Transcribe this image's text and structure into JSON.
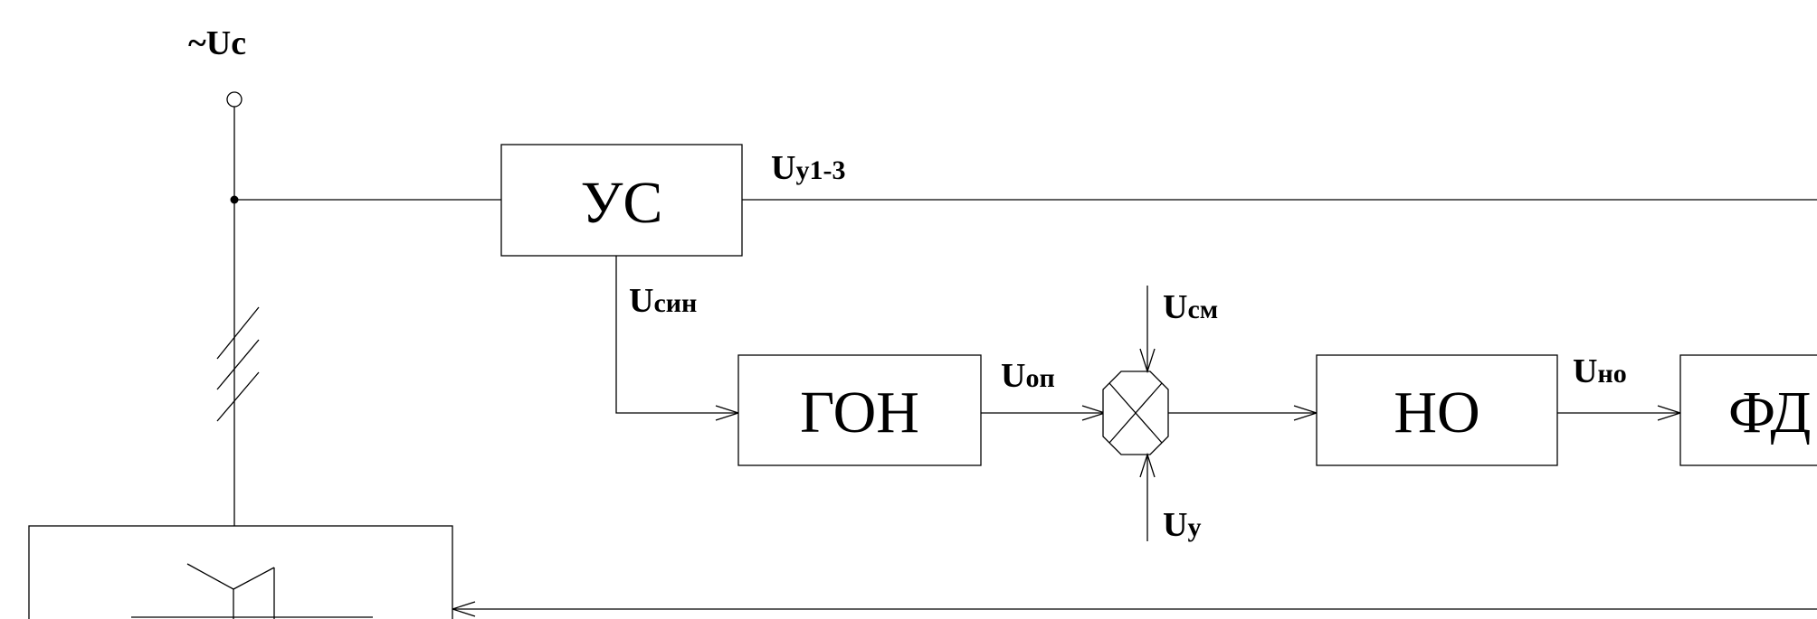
{
  "blocks": {
    "us": "УС",
    "gon": "ГОН",
    "no": "НО",
    "fd": "ФД"
  },
  "signals": {
    "uc": "~Uc",
    "uy13_main": "U",
    "uy13_sub": "y1-3",
    "usin_main": "U",
    "usin_sub": "син",
    "uop_main": "U",
    "uop_sub": "оп",
    "usm_main": "U",
    "usm_sub": "см",
    "uy_main": "U",
    "uy_sub": "y",
    "uno_main": "U",
    "uno_sub": "но"
  }
}
